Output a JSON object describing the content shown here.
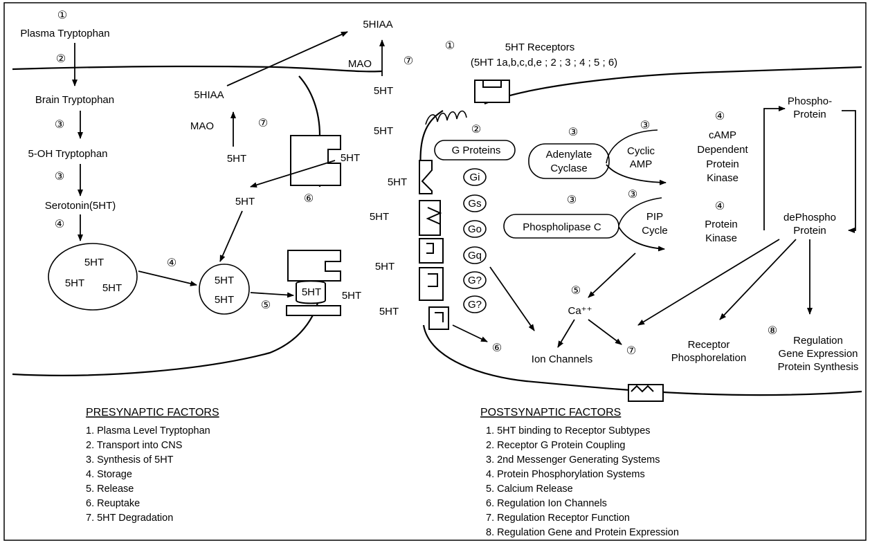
{
  "labels": {
    "plasma_tryptophan": "Plasma Tryptophan",
    "brain_tryptophan": "Brain Tryptophan",
    "oh_tryptophan": "5-OH Tryptophan",
    "serotonin": "Serotonin(5HT)",
    "ht": "5HT",
    "hiaa": "5HIAA",
    "mao": "MAO",
    "receptors_title": "5HT Receptors",
    "receptors_subtypes": "(5HT 1a,b,c,d,e ; 2 ; 3 ; 4 ; 5 ; 6)",
    "g_proteins": "G Proteins",
    "g_types": [
      "Gi",
      "Gs",
      "Go",
      "Gq",
      "G?",
      "G?"
    ],
    "adenylate_cyclase": [
      "Adenylate",
      "Cyclase"
    ],
    "cyclic_amp": [
      "Cyclic",
      "AMP"
    ],
    "camp_kinase": [
      "cAMP",
      "Dependent",
      "Protein",
      "Kinase"
    ],
    "phospholipase": "Phospholipase C",
    "pip_cycle": [
      "PIP",
      "Cycle"
    ],
    "protein_kinase": [
      "Protein",
      "Kinase"
    ],
    "phospho_protein": [
      "Phospho-",
      "Protein"
    ],
    "dephospho_protein": [
      "dePhospho",
      "Protein"
    ],
    "calcium": "Ca⁺⁺",
    "ion_channels": "Ion Channels",
    "receptor_phosphorelation": [
      "Receptor",
      "Phosphorelation"
    ],
    "regulation": [
      "Regulation",
      "Gene Expression",
      "Protein Synthesis"
    ]
  },
  "markers": {
    "one": "①",
    "two": "②",
    "three": "③",
    "four": "④",
    "five": "⑤",
    "six": "⑥",
    "seven": "⑦",
    "eight": "⑧"
  },
  "presynaptic": {
    "title": "PRESYNAPTIC FACTORS",
    "items": [
      "1. Plasma Level Tryptophan",
      "2. Transport into CNS",
      "3. Synthesis of 5HT",
      "4. Storage",
      "5. Release",
      "6. Reuptake",
      "7. 5HT Degradation"
    ]
  },
  "postsynaptic": {
    "title": "POSTSYNAPTIC FACTORS",
    "items": [
      "1. 5HT binding to Receptor Subtypes",
      "2. Receptor G Protein Coupling",
      "3. 2nd Messenger Generating Systems",
      "4. Protein Phosphorylation Systems",
      "5. Calcium Release",
      "6. Regulation Ion Channels",
      "7. Regulation Receptor Function",
      "8. Regulation Gene and Protein Expression"
    ]
  }
}
